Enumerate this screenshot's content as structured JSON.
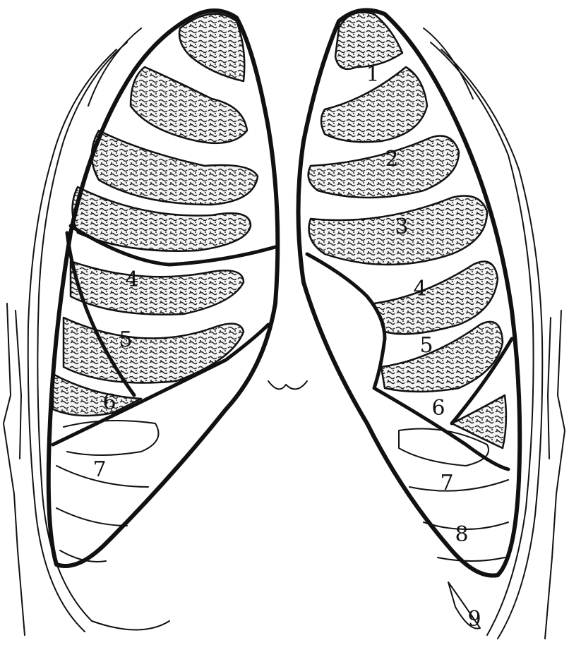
{
  "diagram": {
    "right_lung_labels": [
      "4",
      "5",
      "6",
      "7"
    ],
    "left_lung_labels": [
      "1",
      "2",
      "3",
      "4",
      "5",
      "6",
      "7",
      "8",
      "9"
    ]
  }
}
